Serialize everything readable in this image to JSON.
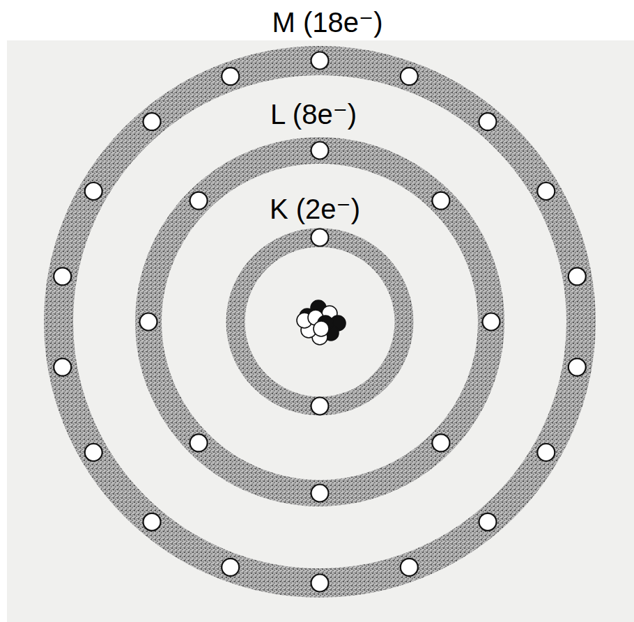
{
  "diagram": {
    "labels": [
      "M (18e⁻)",
      "L (8e⁻)",
      "K (2e⁻)"
    ]
  }
}
